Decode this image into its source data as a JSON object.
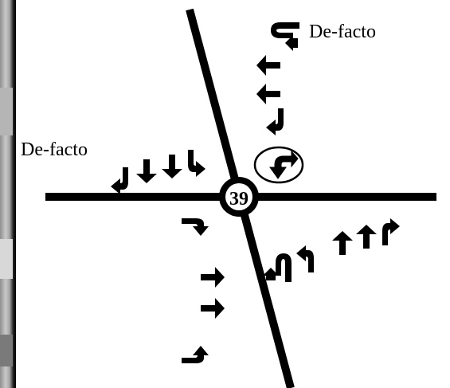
{
  "labels": {
    "top_right": "De-facto",
    "left": "De-facto"
  },
  "intersection": {
    "node_number": "39"
  },
  "colors": {
    "road": "#000000",
    "arrow_outline": "#555555",
    "background": "#ffffff"
  },
  "movements": {
    "north_approach": [
      "u-turn",
      "through",
      "through",
      "left"
    ],
    "north_approach_highlight": "left",
    "west_approach": [
      "left",
      "through",
      "through",
      "right"
    ],
    "south_approach": [
      "left",
      "through",
      "through",
      "right"
    ],
    "east_approach": [
      "u-turn",
      "left",
      "through",
      "through",
      "right"
    ]
  }
}
